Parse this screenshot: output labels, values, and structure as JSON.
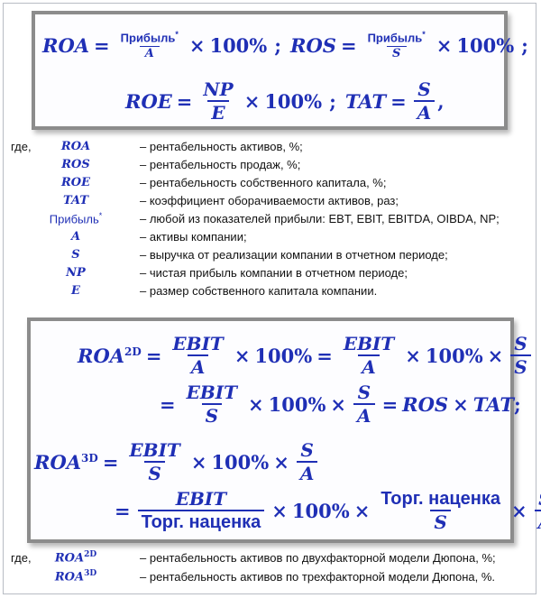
{
  "box1": {
    "line1": {
      "roa": "ROA",
      "eq": "=",
      "profit": "Прибыль",
      "star": "*",
      "a": "A",
      "times": "×",
      "hundred": "100",
      "pct": "%",
      "semi": ";",
      "ros": "ROS",
      "s": "S"
    },
    "line2": {
      "roe": "ROE",
      "eq": "=",
      "np": "NP",
      "e": "E",
      "times": "×",
      "hundred": "100",
      "pct": "%",
      "semi": ";",
      "tat": "TAT",
      "s": "S",
      "a": "A",
      "comma": ","
    }
  },
  "legend1": {
    "gde": "где,",
    "rows": [
      {
        "sym": "ROA",
        "desc": "– рентабельность активов, %;"
      },
      {
        "sym": "ROS",
        "desc": "– рентабельность продаж, %;"
      },
      {
        "sym": "ROE",
        "desc": "– рентабельность собственного капитала, %;"
      },
      {
        "sym": "TAT",
        "desc": "– коэффициент оборачиваемости активов, раз;"
      },
      {
        "sym": "Прибыль",
        "sup": "*",
        "desc": "– любой из показателей прибыли: EBT, EBIT, EBITDA, OIBDA, NP;"
      },
      {
        "sym": "A",
        "desc": "– активы компании;"
      },
      {
        "sym": "S",
        "desc": "– выручка от реализации компании в отчетном периоде;"
      },
      {
        "sym": "NP",
        "desc": "– чистая прибыль компании в отчетном периоде;"
      },
      {
        "sym": "E",
        "desc": "– размер собственного капитала компании."
      }
    ]
  },
  "box2": {
    "roa": "ROA",
    "sup2d": "2D",
    "sup3d": "3D",
    "eq": "=",
    "times": "×",
    "hundred": "100",
    "pct": "%",
    "semi": ";",
    "comma": ",",
    "ebit": "EBIT",
    "a": "A",
    "s": "S",
    "ros": "ROS",
    "tat": "TAT",
    "markup": "Торг. наценка"
  },
  "legend2": {
    "gde": "где,",
    "rows": [
      {
        "sym": "ROA",
        "sup": "2D",
        "desc": "– рентабельность активов по двухфакторной модели Дюпона, %;"
      },
      {
        "sym": "ROA",
        "sup": "3D",
        "desc": "– рентабельность активов по трехфакторной модели Дюпона, %."
      }
    ]
  },
  "colors": {
    "formula": "#1f2fb5",
    "frame": "#8c8c8c",
    "text": "#111111"
  }
}
